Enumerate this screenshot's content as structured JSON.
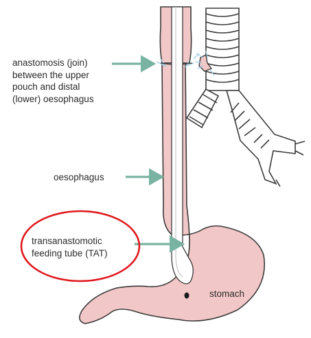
{
  "labels": {
    "anastomosis": "anastomosis (join)\nbetween the upper\npouch and distal\n(lower) oesophagus",
    "oesophagus": "oesophagus",
    "tat": "transanastomotic\nfeeding tube (TAT)",
    "stomach": "stomach"
  },
  "colors": {
    "tissue_fill": "#f2c7c7",
    "outline": "#3a3a3a",
    "arrow": "#79b3a2",
    "highlight_ellipse": "#e0161b",
    "suture": "#9fcfe6",
    "tube": "#ffffff"
  },
  "icons": [
    "arrow-right-icon",
    "highlight-ellipse"
  ]
}
